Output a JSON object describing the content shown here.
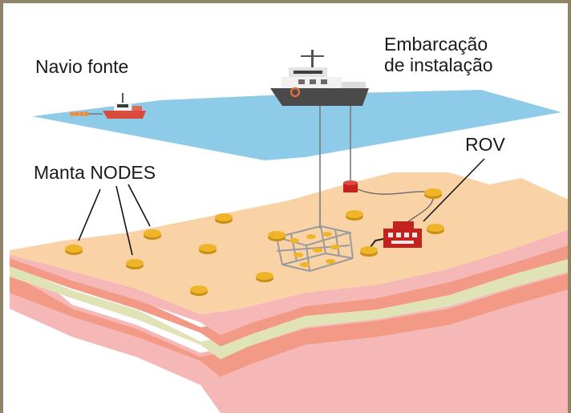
{
  "labels": {
    "source_vessel": "Navio fonte",
    "installation_vessel_line1": "Embarcação",
    "installation_vessel_line2": "de instalação",
    "rov": "ROV",
    "nodes": "Manta NODES"
  },
  "colors": {
    "frame": "#8f8467",
    "sea": "#8ecbe8",
    "seabed_top": "#f9d2a6",
    "layer_salmon": "#f29a86",
    "layer_green": "#dfe3b6",
    "layer_pink": "#f6b7b7",
    "node_gold": "#f0b429",
    "node_dark": "#c88f12",
    "rov_red": "#c3231f",
    "rack_gray": "#9b9b9b",
    "ship_hull": "#4a4a4a",
    "source_ship": "#d94b3a"
  }
}
